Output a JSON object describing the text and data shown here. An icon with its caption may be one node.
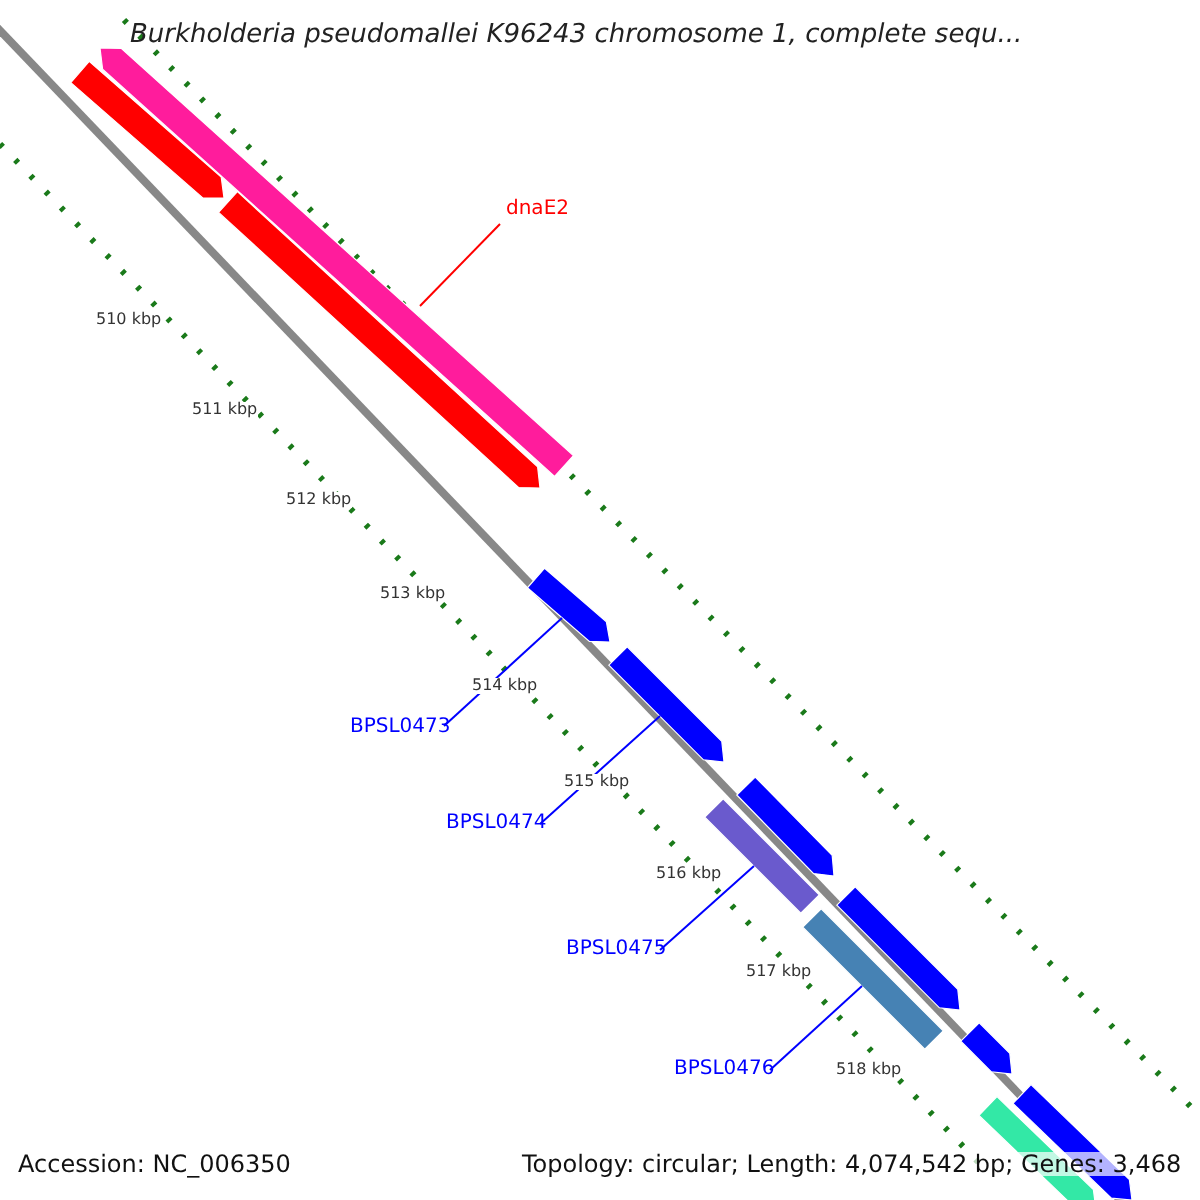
{
  "diagram": {
    "title": "Burkholderia pseudomallei K96243 chromosome 1, complete sequ...",
    "nodes": [
      {
        "text": [
          "dnaE2"
        ]
      },
      {
        "text": [
          "BPSL0473"
        ]
      },
      {
        "text": [
          "BPSL0474"
        ]
      },
      {
        "text": [
          "BPSL0475"
        ]
      },
      {
        "text": [
          "BPSL0476"
        ]
      },
      {
        "text": [],
        "shape": "arrow"
      },
      {
        "text": [],
        "shape": "arrow"
      },
      {
        "text": [],
        "shape": "arrow"
      },
      {
        "text": [],
        "shape": "arrow"
      },
      {
        "text": [],
        "shape": "arrow"
      },
      {
        "text": [],
        "shape": "arrow"
      },
      {
        "text": [],
        "shape": "bar"
      },
      {
        "text": [],
        "shape": "arrow"
      },
      {
        "text": [],
        "shape": "bar"
      },
      {
        "text": [],
        "shape": "arrow"
      },
      {
        "text": [],
        "shape": "arrow"
      },
      {
        "text": [],
        "shape": "arrow"
      }
    ],
    "edges": [
      {
        "from": 0,
        "to": 5,
        "arrow": "none",
        "color": "#ff0000"
      },
      {
        "from": 1,
        "to": 8,
        "arrow": "none"
      },
      {
        "from": 2,
        "to": 9,
        "arrow": "none"
      },
      {
        "from": 3,
        "to": 11,
        "arrow": "none"
      },
      {
        "from": 4,
        "to": 13,
        "arrow": "none"
      }
    ],
    "labels": [
      "510 kbp",
      "511 kbp",
      "512 kbp",
      "513 kbp",
      "514 kbp",
      "515 kbp",
      "516 kbp",
      "517 kbp",
      "518 kbp",
      "Accession: NC_006350",
      "Topology: circular; Length: 4,074,542 bp; Genes: 3,468"
    ]
  }
}
